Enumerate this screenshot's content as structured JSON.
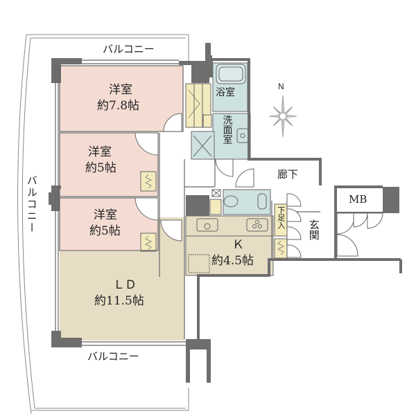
{
  "colors": {
    "wall": "#6e6e6e",
    "western_room": "#f4dcd3",
    "living": "#e6ddc4",
    "kitchen": "#e6ddc4",
    "wet_area": "#cfe2e2",
    "storage": "#f3ebbd",
    "line": "#555555"
  },
  "compass": {
    "label": "N"
  },
  "rooms": {
    "western_1": {
      "name": "洋室",
      "size": "約7.8帖"
    },
    "western_2": {
      "name": "洋室",
      "size": "約5帖"
    },
    "western_3": {
      "name": "洋室",
      "size": "約5帖"
    },
    "living": {
      "name": "ＬＤ",
      "size": "約11.5帖"
    },
    "kitchen": {
      "name": "Ｋ",
      "size": "約4.5帖"
    },
    "bath": {
      "name": "浴室"
    },
    "washroom": {
      "name": "洗面室"
    },
    "corridor": {
      "name": "廊下"
    },
    "entrance": {
      "name": "玄関"
    },
    "shoe_storage": {
      "name": "下足入"
    },
    "meter_box": {
      "name": "MB"
    }
  },
  "balconies": {
    "top": "バルコニー",
    "left": "バルコニー",
    "bottom": "バルコニー"
  }
}
